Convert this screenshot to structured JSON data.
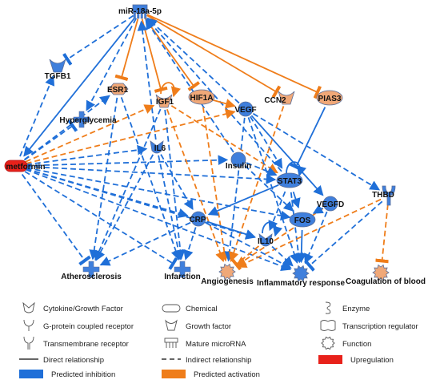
{
  "colors": {
    "inhibition": "#1f6fd8",
    "activation": "#ef7d1a",
    "upregulation": "#e8211a",
    "node_blue_fill": "#3f7fdc",
    "node_orange_fill": "#f0a878",
    "node_stroke": "#5a6f9a"
  },
  "nodes": [
    {
      "id": "mir",
      "label": "miR-18a-5p",
      "shape": "mirna",
      "color": "blue",
      "name": "node-mir-18a-5p"
    },
    {
      "id": "tgfb1",
      "label": "TGFB1",
      "shape": "growth-factor",
      "color": "blue",
      "name": "node-tgfb1"
    },
    {
      "id": "esr1",
      "label": "ESR1",
      "shape": "receptor",
      "color": "orange",
      "name": "node-esr1"
    },
    {
      "id": "igf1",
      "label": "IGF1",
      "shape": "growth-factor",
      "color": "orange",
      "name": "node-igf1"
    },
    {
      "id": "hif1a",
      "label": "HIF1A",
      "shape": "oval",
      "color": "orange",
      "name": "node-hif1a"
    },
    {
      "id": "vegf",
      "label": "VEGF",
      "shape": "circle",
      "color": "blue",
      "name": "node-vegf"
    },
    {
      "id": "ccn2",
      "label": "CCN2",
      "shape": "growth-factor",
      "color": "orange",
      "name": "node-ccn2"
    },
    {
      "id": "pias3",
      "label": "PIAS3",
      "shape": "oval",
      "color": "orange",
      "name": "node-pias3"
    },
    {
      "id": "hyper",
      "label": "Hyperglycemia",
      "shape": "cross",
      "color": "blue",
      "name": "node-hyperglycemia"
    },
    {
      "id": "il6",
      "label": "IL6",
      "shape": "cytokine",
      "color": "blue",
      "name": "node-il6"
    },
    {
      "id": "metformin",
      "label": "metformin",
      "shape": "chemical",
      "color": "red",
      "name": "node-metformin"
    },
    {
      "id": "insulin",
      "label": "Insulin",
      "shape": "circle",
      "color": "blue",
      "name": "node-insulin"
    },
    {
      "id": "stat3",
      "label": "STAT3",
      "shape": "oval",
      "color": "blue",
      "name": "node-stat3"
    },
    {
      "id": "vegfd",
      "label": "VEGFD",
      "shape": "circle",
      "color": "blue",
      "name": "node-vegfd"
    },
    {
      "id": "thbd",
      "label": "THBD",
      "shape": "transmembrane",
      "color": "blue",
      "name": "node-thbd"
    },
    {
      "id": "crp",
      "label": "CRP",
      "shape": "circle",
      "color": "blue",
      "name": "node-crp"
    },
    {
      "id": "fos",
      "label": "FOS",
      "shape": "oval",
      "color": "blue",
      "name": "node-fos"
    },
    {
      "id": "il10",
      "label": "IL10",
      "shape": "cytokine",
      "color": "blue",
      "name": "node-il10"
    },
    {
      "id": "athero",
      "label": "Atherosclerosis",
      "shape": "cross",
      "color": "blue",
      "name": "node-atherosclerosis"
    },
    {
      "id": "infarct",
      "label": "Infarction",
      "shape": "cross",
      "color": "blue",
      "name": "node-infarction"
    },
    {
      "id": "angio",
      "label": "Angiogenesis",
      "shape": "function",
      "color": "orange",
      "name": "node-angiogenesis"
    },
    {
      "id": "inflam",
      "label": "Inflammatory response",
      "shape": "function",
      "color": "blue",
      "name": "node-inflammatory-response"
    },
    {
      "id": "coag",
      "label": "Coagulation of blood",
      "shape": "function",
      "color": "orange",
      "name": "node-coagulation-of-blood"
    }
  ],
  "edges": [
    {
      "from": "mir",
      "to": "tgfb1",
      "kind": "indirect",
      "color": "blue",
      "end": "bar"
    },
    {
      "from": "mir",
      "to": "hyper",
      "kind": "indirect",
      "color": "blue",
      "end": "arrow"
    },
    {
      "from": "mir",
      "to": "esr1",
      "kind": "direct",
      "color": "orange",
      "end": "bar"
    },
    {
      "from": "mir",
      "to": "igf1",
      "kind": "direct",
      "color": "orange",
      "end": "bar"
    },
    {
      "from": "mir",
      "to": "hif1a",
      "kind": "direct",
      "color": "orange",
      "end": "bar"
    },
    {
      "from": "mir",
      "to": "ccn2",
      "kind": "direct",
      "color": "orange",
      "end": "bar"
    },
    {
      "from": "mir",
      "to": "pias3",
      "kind": "direct",
      "color": "orange",
      "end": "bar"
    },
    {
      "from": "mir",
      "to": "metformin",
      "kind": "direct",
      "color": "blue",
      "end": "arrow"
    },
    {
      "from": "vegf",
      "to": "mir",
      "kind": "indirect",
      "color": "blue",
      "end": "arrow"
    },
    {
      "from": "stat3",
      "to": "mir",
      "kind": "indirect",
      "color": "blue",
      "end": "arrow"
    },
    {
      "from": "il6",
      "to": "mir",
      "kind": "indirect",
      "color": "blue",
      "end": "arrow"
    },
    {
      "from": "insulin",
      "to": "mir",
      "kind": "indirect",
      "color": "blue",
      "end": "arrow"
    },
    {
      "from": "metformin",
      "to": "tgfb1",
      "kind": "indirect",
      "color": "blue",
      "end": "arrow"
    },
    {
      "from": "metformin",
      "to": "esr1",
      "kind": "indirect",
      "color": "blue",
      "end": "arrow"
    },
    {
      "from": "metformin",
      "to": "igf1",
      "kind": "indirect",
      "color": "orange",
      "end": "arrow"
    },
    {
      "from": "metformin",
      "to": "vegf",
      "kind": "indirect",
      "color": "orange",
      "end": "arrow"
    },
    {
      "from": "metformin",
      "to": "hyper",
      "kind": "indirect",
      "color": "blue",
      "end": "bar"
    },
    {
      "from": "metformin",
      "to": "il6",
      "kind": "indirect",
      "color": "blue",
      "end": "arrow"
    },
    {
      "from": "metformin",
      "to": "insulin",
      "kind": "indirect",
      "color": "blue",
      "end": "arrow"
    },
    {
      "from": "metformin",
      "to": "stat3",
      "kind": "indirect",
      "color": "blue",
      "end": "arrow"
    },
    {
      "from": "metformin",
      "to": "crp",
      "kind": "indirect",
      "color": "blue",
      "end": "arrow"
    },
    {
      "from": "metformin",
      "to": "fos",
      "kind": "indirect",
      "color": "blue",
      "end": "arrow"
    },
    {
      "from": "metformin",
      "to": "il10",
      "kind": "indirect",
      "color": "blue",
      "end": "arrow"
    },
    {
      "from": "metformin",
      "to": "athero",
      "kind": "indirect",
      "color": "blue",
      "end": "bar"
    },
    {
      "from": "metformin",
      "to": "infarct",
      "kind": "indirect",
      "color": "blue",
      "end": "bar"
    },
    {
      "from": "metformin",
      "to": "inflam",
      "kind": "indirect",
      "color": "blue",
      "end": "arrow"
    },
    {
      "from": "esr1",
      "to": "athero",
      "kind": "indirect",
      "color": "blue",
      "end": "arrow"
    },
    {
      "from": "esr1",
      "to": "infarct",
      "kind": "indirect",
      "color": "blue",
      "end": "arrow"
    },
    {
      "from": "igf1",
      "to": "igf1",
      "kind": "direct",
      "color": "orange",
      "end": "arrow",
      "self": true
    },
    {
      "from": "igf1",
      "to": "angio",
      "kind": "indirect",
      "color": "orange",
      "end": "arrow"
    },
    {
      "from": "igf1",
      "to": "athero",
      "kind": "indirect",
      "color": "blue",
      "end": "arrow"
    },
    {
      "from": "igf1",
      "to": "infarct",
      "kind": "indirect",
      "color": "blue",
      "end": "arrow"
    },
    {
      "from": "igf1",
      "to": "stat3",
      "kind": "indirect",
      "color": "orange",
      "end": "arrow"
    },
    {
      "from": "hif1a",
      "to": "vegf",
      "kind": "direct",
      "color": "orange",
      "end": "arrow"
    },
    {
      "from": "hif1a",
      "to": "angio",
      "kind": "indirect",
      "color": "orange",
      "end": "arrow"
    },
    {
      "from": "vegf",
      "to": "angio",
      "kind": "indirect",
      "color": "blue",
      "end": "arrow"
    },
    {
      "from": "vegf",
      "to": "inflam",
      "kind": "indirect",
      "color": "blue",
      "end": "arrow"
    },
    {
      "from": "vegf",
      "to": "thbd",
      "kind": "indirect",
      "color": "blue",
      "end": "arrow"
    },
    {
      "from": "vegf",
      "to": "vegfd",
      "kind": "direct",
      "color": "blue",
      "end": "arrow"
    },
    {
      "from": "vegf",
      "to": "stat3",
      "kind": "indirect",
      "color": "blue",
      "end": "arrow"
    },
    {
      "from": "ccn2",
      "to": "angio",
      "kind": "indirect",
      "color": "orange",
      "end": "arrow"
    },
    {
      "from": "pias3",
      "to": "stat3",
      "kind": "direct",
      "color": "blue",
      "end": "bar"
    },
    {
      "from": "il6",
      "to": "athero",
      "kind": "indirect",
      "color": "blue",
      "end": "arrow"
    },
    {
      "from": "il6",
      "to": "infarct",
      "kind": "indirect",
      "color": "blue",
      "end": "arrow"
    },
    {
      "from": "il6",
      "to": "crp",
      "kind": "indirect",
      "color": "blue",
      "end": "arrow"
    },
    {
      "from": "insulin",
      "to": "stat3",
      "kind": "indirect",
      "color": "blue",
      "end": "arrow"
    },
    {
      "from": "insulin",
      "to": "fos",
      "kind": "indirect",
      "color": "blue",
      "end": "arrow"
    },
    {
      "from": "stat3",
      "to": "stat3",
      "kind": "direct",
      "color": "blue",
      "end": "arrow",
      "self": true
    },
    {
      "from": "stat3",
      "to": "fos",
      "kind": "direct",
      "color": "blue",
      "end": "arrow"
    },
    {
      "from": "stat3",
      "to": "crp",
      "kind": "direct",
      "color": "blue",
      "end": "arrow"
    },
    {
      "from": "stat3",
      "to": "il10",
      "kind": "indirect",
      "color": "blue",
      "end": "arrow"
    },
    {
      "from": "stat3",
      "to": "inflam",
      "kind": "indirect",
      "color": "blue",
      "end": "arrow"
    },
    {
      "from": "vegfd",
      "to": "angio",
      "kind": "indirect",
      "color": "orange",
      "end": "arrow"
    },
    {
      "from": "vegfd",
      "to": "inflam",
      "kind": "indirect",
      "color": "blue",
      "end": "arrow"
    },
    {
      "from": "vegfd",
      "to": "fos",
      "kind": "direct",
      "color": "blue",
      "end": "arrow"
    },
    {
      "from": "thbd",
      "to": "coag",
      "kind": "indirect",
      "color": "orange",
      "end": "bar"
    },
    {
      "from": "thbd",
      "to": "inflam",
      "kind": "indirect",
      "color": "blue",
      "end": "bar"
    },
    {
      "from": "thbd",
      "to": "angio",
      "kind": "indirect",
      "color": "orange",
      "end": "arrow"
    },
    {
      "from": "crp",
      "to": "il10",
      "kind": "direct",
      "color": "blue",
      "end": "arrow"
    },
    {
      "from": "crp",
      "to": "inflam",
      "kind": "indirect",
      "color": "blue",
      "end": "arrow"
    },
    {
      "from": "crp",
      "to": "infarct",
      "kind": "indirect",
      "color": "blue",
      "end": "arrow"
    },
    {
      "from": "crp",
      "to": "athero",
      "kind": "indirect",
      "color": "blue",
      "end": "arrow"
    },
    {
      "from": "il10",
      "to": "il10",
      "kind": "direct",
      "color": "blue",
      "end": "arrow",
      "self": true
    },
    {
      "from": "il10",
      "to": "inflam",
      "kind": "indirect",
      "color": "blue",
      "end": "arrow"
    },
    {
      "from": "il10",
      "to": "angio",
      "kind": "indirect",
      "color": "orange",
      "end": "bar"
    },
    {
      "from": "fos",
      "to": "inflam",
      "kind": "direct",
      "color": "blue",
      "end": "arrow"
    }
  ],
  "legend": {
    "items": [
      {
        "symbol": "cytokine",
        "label": "Cytokine/Growth Factor"
      },
      {
        "symbol": "chemical",
        "label": "Chemical"
      },
      {
        "symbol": "enzyme",
        "label": "Enzyme"
      },
      {
        "symbol": "gpcr",
        "label": "G-protein coupled receptor"
      },
      {
        "symbol": "growth-factor",
        "label": "Growth factor"
      },
      {
        "symbol": "transcription",
        "label": "Transcription regulator"
      },
      {
        "symbol": "transmembrane",
        "label": "Transmembrane receptor"
      },
      {
        "symbol": "mirna",
        "label": "Mature microRNA"
      },
      {
        "symbol": "function",
        "label": "Function"
      },
      {
        "symbol": "direct",
        "label": "Direct relationship"
      },
      {
        "symbol": "indirect",
        "label": "Indirect relationship"
      },
      {
        "symbol": "inhibition",
        "label": "Predicted inhibition"
      },
      {
        "symbol": "activation",
        "label": "Predicted activation"
      },
      {
        "symbol": "upregulation",
        "label": "Upregulation"
      }
    ]
  }
}
